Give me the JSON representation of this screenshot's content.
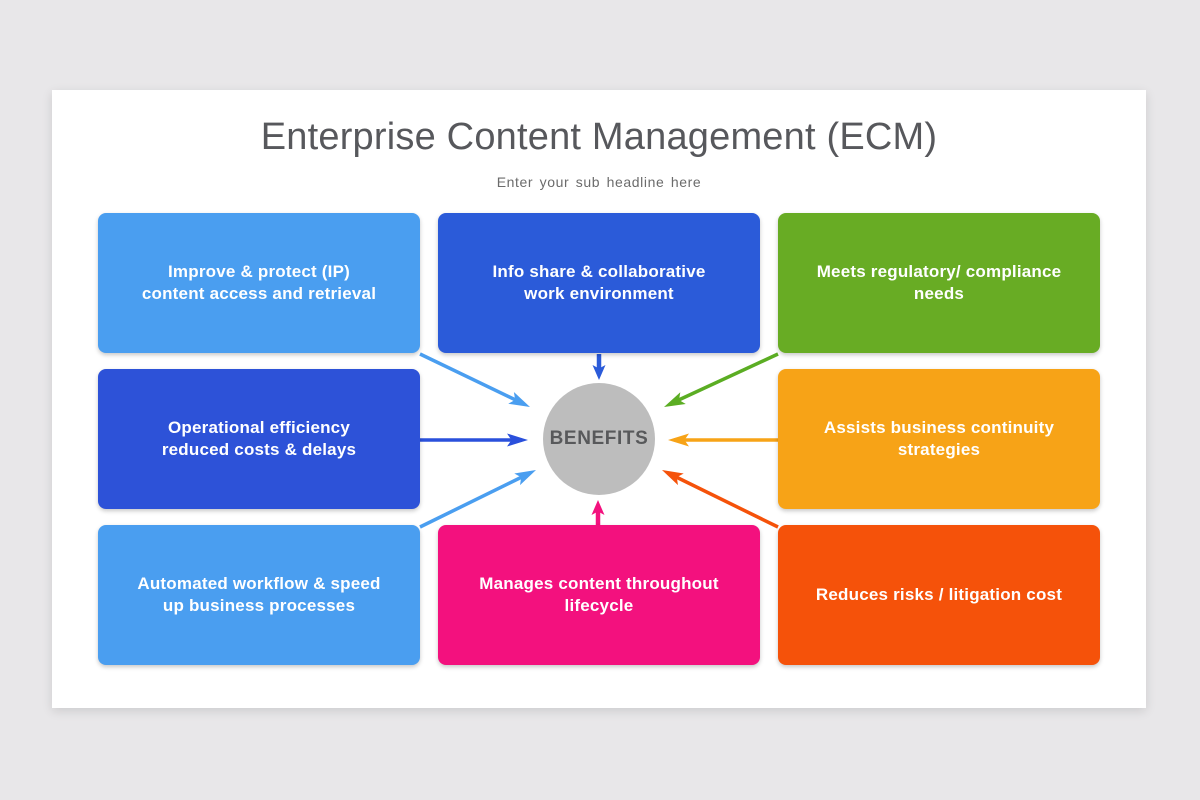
{
  "page": {
    "background_color": "#e8e7e9",
    "slide_color": "#ffffff"
  },
  "header": {
    "title": "Enterprise Content Management (ECM)",
    "subtitle": "Enter your sub headline here",
    "title_color": "#57585c",
    "subtitle_color": "#6b6b6b"
  },
  "center": {
    "label": "BENEFITS",
    "circle_color": "#bdbdbd",
    "label_color": "#58595b"
  },
  "boxes": [
    {
      "id": "improve-protect",
      "label": "Improve & protect (IP)\ncontent access and retrieval",
      "color": "#4a9ef0"
    },
    {
      "id": "info-share",
      "label": "Info share & collaborative\nwork environment",
      "color": "#2b5bd9"
    },
    {
      "id": "regulatory-compliance",
      "label": "Meets regulatory/ compliance\nneeds",
      "color": "#68ac24"
    },
    {
      "id": "operational-efficiency",
      "label": "Operational efficiency\nreduced costs & delays",
      "color": "#2d52d8"
    },
    {
      "id": "business-continuity",
      "label": "Assists business continuity\nstrategies",
      "color": "#f7a317"
    },
    {
      "id": "automated-workflow",
      "label": "Automated workflow & speed\nup business processes",
      "color": "#4a9ef0"
    },
    {
      "id": "content-lifecycle",
      "label": "Manages content throughout\nlifecycle",
      "color": "#f3117e"
    },
    {
      "id": "reduces-risks",
      "label": "Reduces risks / litigation cost",
      "color": "#f5520a"
    }
  ],
  "arrows": [
    {
      "name": "arrow-from-improve-protect",
      "color": "#4a9ef0"
    },
    {
      "name": "arrow-from-info-share",
      "color": "#2b5bd9"
    },
    {
      "name": "arrow-from-regulatory-compliance",
      "color": "#5bad23"
    },
    {
      "name": "arrow-from-operational-efficiency",
      "color": "#2a50dc"
    },
    {
      "name": "arrow-from-business-continuity",
      "color": "#f7a317"
    },
    {
      "name": "arrow-from-automated-workflow",
      "color": "#4a9ef0"
    },
    {
      "name": "arrow-from-content-lifecycle",
      "color": "#f3117e"
    },
    {
      "name": "arrow-from-reduces-risks",
      "color": "#f5520a"
    }
  ]
}
